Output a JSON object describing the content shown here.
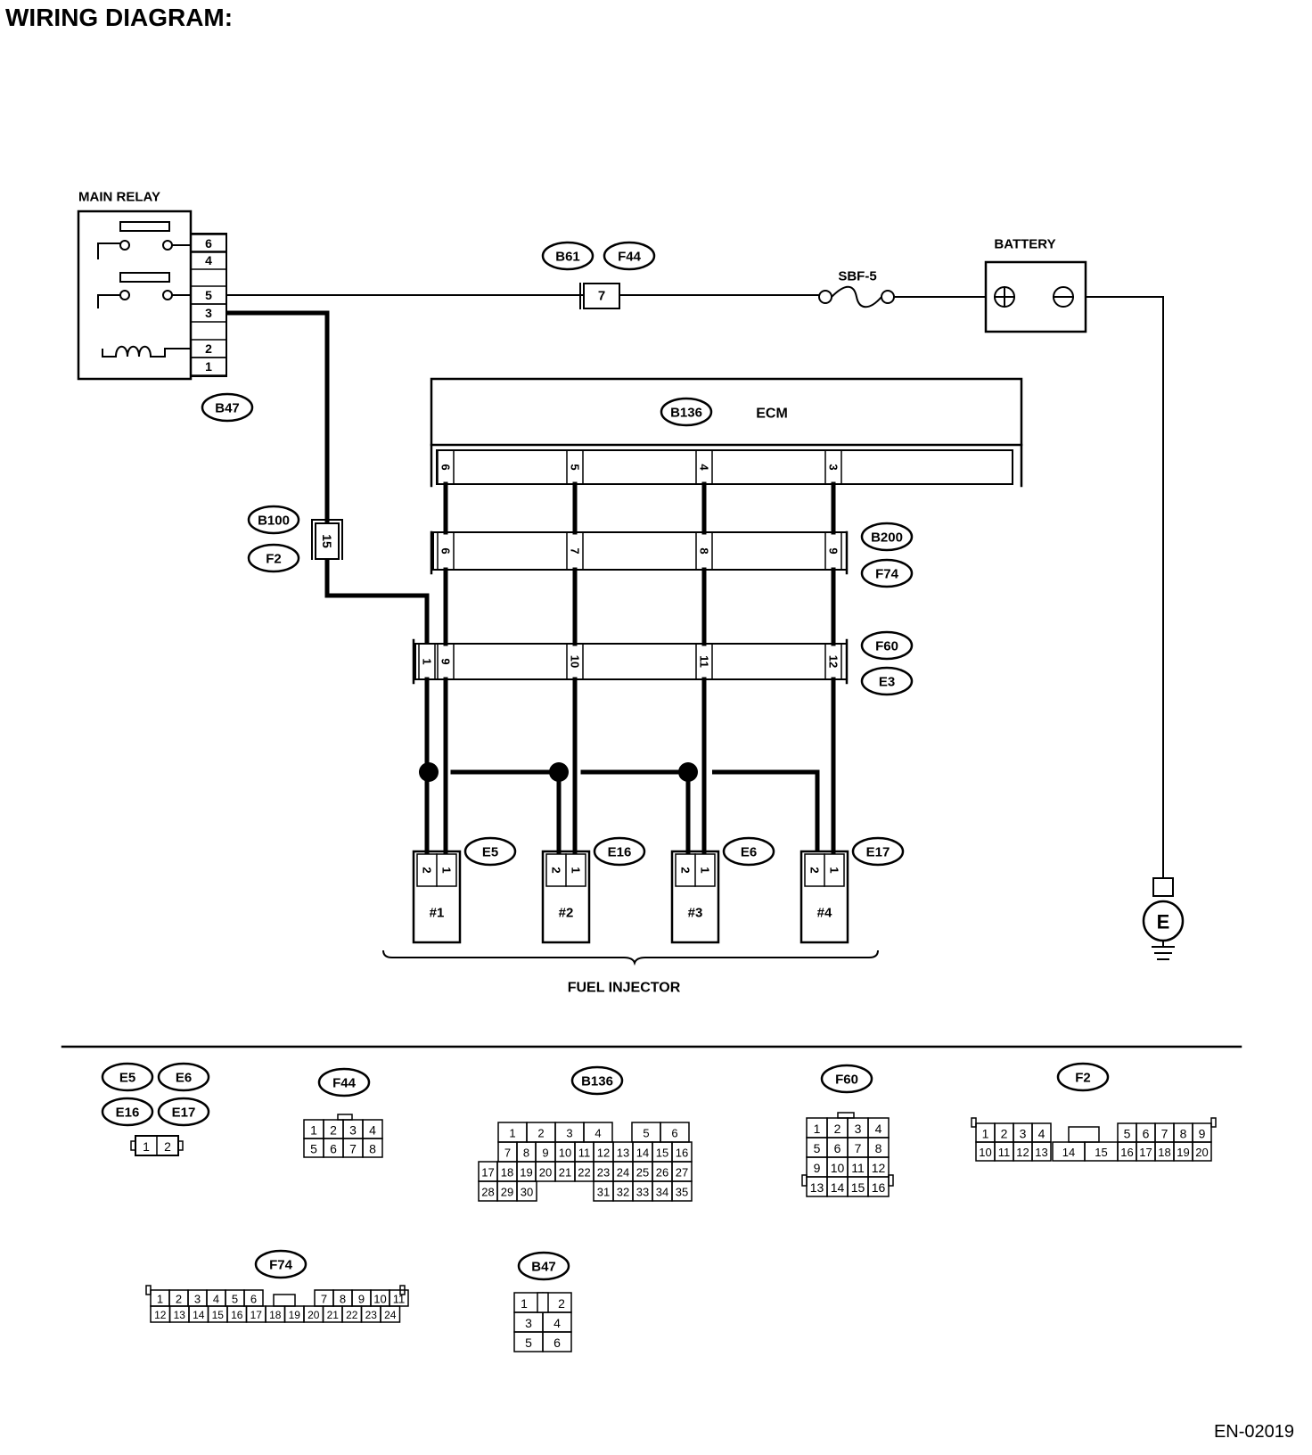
{
  "title": "WIRING DIAGRAM:",
  "diagram_code": "EN-02019",
  "labels": {
    "main_relay": "MAIN RELAY",
    "battery": "BATTERY",
    "fuse": "SBF-5",
    "ecm": "ECM",
    "fuel_injector": "FUEL INJECTOR",
    "ground": "E"
  },
  "connector_ids": {
    "b47": "B47",
    "b61": "B61",
    "f44": "F44",
    "b136": "B136",
    "b100": "B100",
    "f2": "F2",
    "b200": "B200",
    "f74": "F74",
    "f60": "F60",
    "e3": "E3",
    "e5": "E5",
    "e16": "E16",
    "e6": "E6",
    "e17": "E17"
  },
  "main_relay_pins": [
    "6",
    "4",
    "5",
    "3",
    "2",
    "1"
  ],
  "pin_labels": {
    "f44_pin": "7",
    "f2_pin": "15",
    "ecm_pins": [
      "6",
      "5",
      "4",
      "3"
    ],
    "b200_pins": [
      "6",
      "7",
      "8",
      "9"
    ],
    "f60_pins": [
      "1",
      "9",
      "10",
      "11",
      "12"
    ]
  },
  "injectors": [
    {
      "label": "#1",
      "connector": "E5",
      "pins": [
        "2",
        "1"
      ]
    },
    {
      "label": "#2",
      "connector": "E16",
      "pins": [
        "2",
        "1"
      ]
    },
    {
      "label": "#3",
      "connector": "E6",
      "pins": [
        "2",
        "1"
      ]
    },
    {
      "label": "#4",
      "connector": "E17",
      "pins": [
        "2",
        "1"
      ]
    }
  ],
  "connector_legends": {
    "injector_group": {
      "ids": [
        "E5",
        "E6",
        "E16",
        "E17"
      ],
      "rows": [
        [
          "1",
          "2"
        ]
      ]
    },
    "f44": {
      "id": "F44",
      "rows": [
        [
          "1",
          "2",
          "3",
          "4"
        ],
        [
          "5",
          "6",
          "7",
          "8"
        ]
      ]
    },
    "b136": {
      "id": "B136",
      "rows": [
        [
          "1",
          "2",
          "3",
          "4",
          "5",
          "6"
        ],
        [
          "7",
          "8",
          "9",
          "10",
          "11",
          "12",
          "13",
          "14",
          "15",
          "16"
        ],
        [
          "17",
          "18",
          "19",
          "20",
          "21",
          "22",
          "23",
          "24",
          "25",
          "26",
          "27"
        ],
        [
          "28",
          "29",
          "30",
          "31",
          "32",
          "33",
          "34",
          "35"
        ]
      ]
    },
    "f60": {
      "id": "F60",
      "rows": [
        [
          "1",
          "2",
          "3",
          "4"
        ],
        [
          "5",
          "6",
          "7",
          "8"
        ],
        [
          "9",
          "10",
          "11",
          "12"
        ],
        [
          "13",
          "14",
          "15",
          "16"
        ]
      ]
    },
    "f2": {
      "id": "F2",
      "rows": [
        [
          "1",
          "2",
          "3",
          "4",
          "5",
          "6",
          "7",
          "8",
          "9"
        ],
        [
          "10",
          "11",
          "12",
          "13",
          "14",
          "15",
          "16",
          "17",
          "18",
          "19",
          "20"
        ]
      ]
    },
    "f74": {
      "id": "F74",
      "rows": [
        [
          "1",
          "2",
          "3",
          "4",
          "5",
          "6",
          "7",
          "8",
          "9",
          "10",
          "11"
        ],
        [
          "12",
          "13",
          "14",
          "15",
          "16",
          "17",
          "18",
          "19",
          "20",
          "21",
          "22",
          "23",
          "24"
        ]
      ]
    },
    "b47": {
      "id": "B47",
      "rows": [
        [
          "1",
          "2"
        ],
        [
          "3",
          "4"
        ],
        [
          "5",
          "6"
        ]
      ]
    }
  }
}
